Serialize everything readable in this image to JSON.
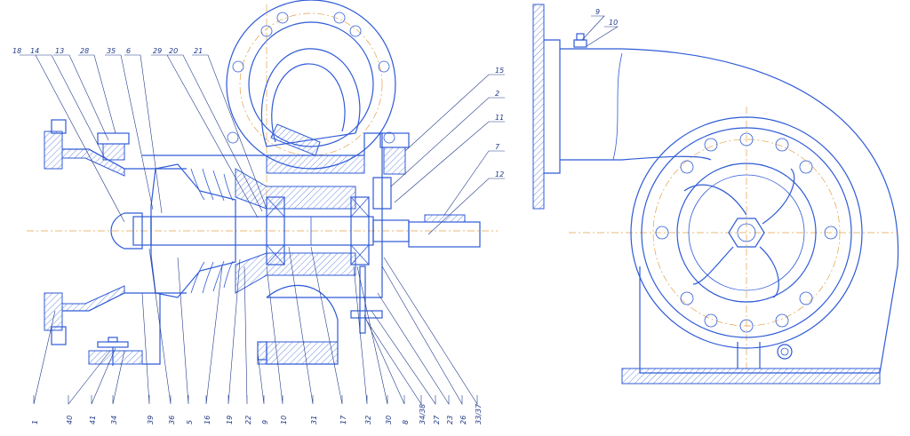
{
  "labels_bottom": [
    "1",
    "40",
    "41",
    "34",
    "39",
    "36",
    "5",
    "16",
    "19",
    "22",
    "9",
    "10",
    "31",
    "17",
    "32",
    "30",
    "8",
    "34/38",
    "27",
    "23",
    "26",
    "33/37"
  ],
  "labels_top": [
    "18",
    "14",
    "13",
    "28",
    "35",
    "6",
    "29",
    "20",
    "21"
  ],
  "labels_right": [
    "15",
    "2",
    "11",
    "7",
    "12"
  ],
  "labels_side": [
    "9",
    "10"
  ],
  "colors": {
    "lines": "#2f5bd6",
    "axis": "#e2a14a",
    "text": "#223a8a"
  }
}
